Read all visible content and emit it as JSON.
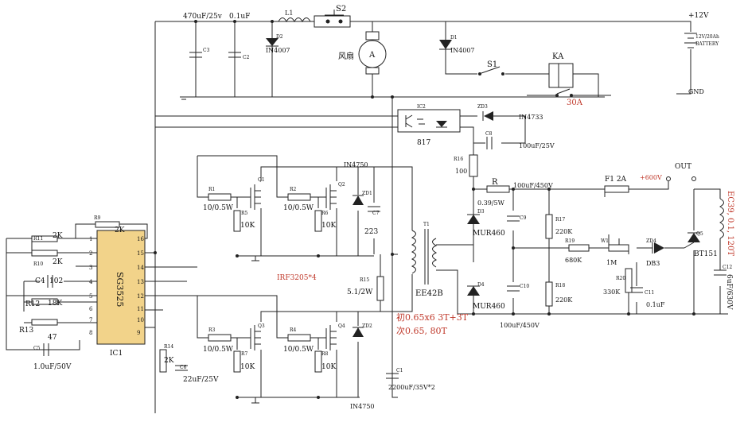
{
  "power": {
    "cap_470": "470uF/25v",
    "cap_01": "0.1uF",
    "L1": "L1",
    "S2": "S2",
    "plus12v": "+12V",
    "battery": "12V/20Ah",
    "battery2": "BATTERY",
    "gnd": "GND",
    "D2": "D2",
    "D2val": "IN4007",
    "D1": "D1",
    "D1val": "IN4007",
    "fan": "风扇",
    "motor": "A",
    "S1": "S1",
    "KA": "KA",
    "relay_rating": "30A",
    "C3": "C3",
    "C2": "C2"
  },
  "opto": {
    "IC2": "IC2",
    "ic2val": "817",
    "ZD3": "ZD3",
    "zd3val": "IN4733",
    "C8": "C8",
    "c8val": "100uF/25V",
    "R16": "R16",
    "r16val": "100"
  },
  "ic1": {
    "name": "SG3525",
    "label": "IC1",
    "pins_left": [
      "1",
      "2",
      "3",
      "4",
      "5",
      "6",
      "7",
      "8"
    ],
    "pins_right": [
      "16",
      "15",
      "14",
      "13",
      "12",
      "11",
      "10",
      "9"
    ],
    "R9": "R9",
    "r9val": "2K",
    "R11": "R11",
    "r11val": "2K",
    "R10": "R10",
    "r10val": "2K",
    "C4": "C4",
    "c4val": "102",
    "R12": "R12",
    "r12val": "18K",
    "R13": "R13",
    "r13val": "47",
    "C5": "C5",
    "c5val": "1.0uF/50V",
    "R14": "R14",
    "r14val": "2K",
    "C6": "C6",
    "c6val": "22uF/25V"
  },
  "mosfets": {
    "R1": "R1",
    "r1val": "10/0.5W",
    "R2": "R2",
    "r2val": "10/0.5W",
    "R3": "R3",
    "r3val": "10/0.5W",
    "R4": "R4",
    "r4val": "10/0.5W",
    "R5": "R5",
    "r5val": "10K",
    "R6": "R6",
    "r6val": "10K",
    "R7": "R7",
    "r7val": "10K",
    "R8": "R8",
    "r8val": "10K",
    "Q1": "Q1",
    "Q2": "Q2",
    "Q3": "Q3",
    "Q4": "Q4",
    "ZD1": "ZD1",
    "ZD2": "ZD2",
    "in4750a": "IN4750",
    "in4750b": "IN4750",
    "irf": "IRF3205*4",
    "C7": "C7",
    "c7val": "223",
    "R15": "R15",
    "r15val": "5.1/2W",
    "C1": "C1",
    "c1val": "2200uF/35V*2"
  },
  "transformer": {
    "T1": "T1",
    "core": "EE42B",
    "primary": "初0.65x6  3T+3T",
    "secondary": "次0.65, 80T"
  },
  "output": {
    "D3": "D3",
    "d3val": "MUR460",
    "D4": "D4",
    "d4val": "MUR460",
    "C9": "C9",
    "C10": "C10",
    "cap_top": "100uF/450V",
    "cap_bot": "100uF/450V",
    "R": "R",
    "rval": "0.39/5W",
    "F1": "F1  2A",
    "plus600": "+600V",
    "out": "OUT",
    "R17": "R17",
    "r17val": "220K",
    "R18": "R18",
    "r18val": "220K",
    "R19": "R19",
    "r19val": "680K",
    "W1": "W1",
    "w1val": "1M",
    "R20": "R20",
    "r20val": "330K",
    "C11": "C11",
    "c11val": "0.1uF",
    "ZD4": "ZD4",
    "db3": "DB3",
    "Q5": "Q5",
    "bt151": "BT151",
    "C12": "C12",
    "c12val": "6uF/630V",
    "ec": "EC39, 0.1, 120T"
  }
}
